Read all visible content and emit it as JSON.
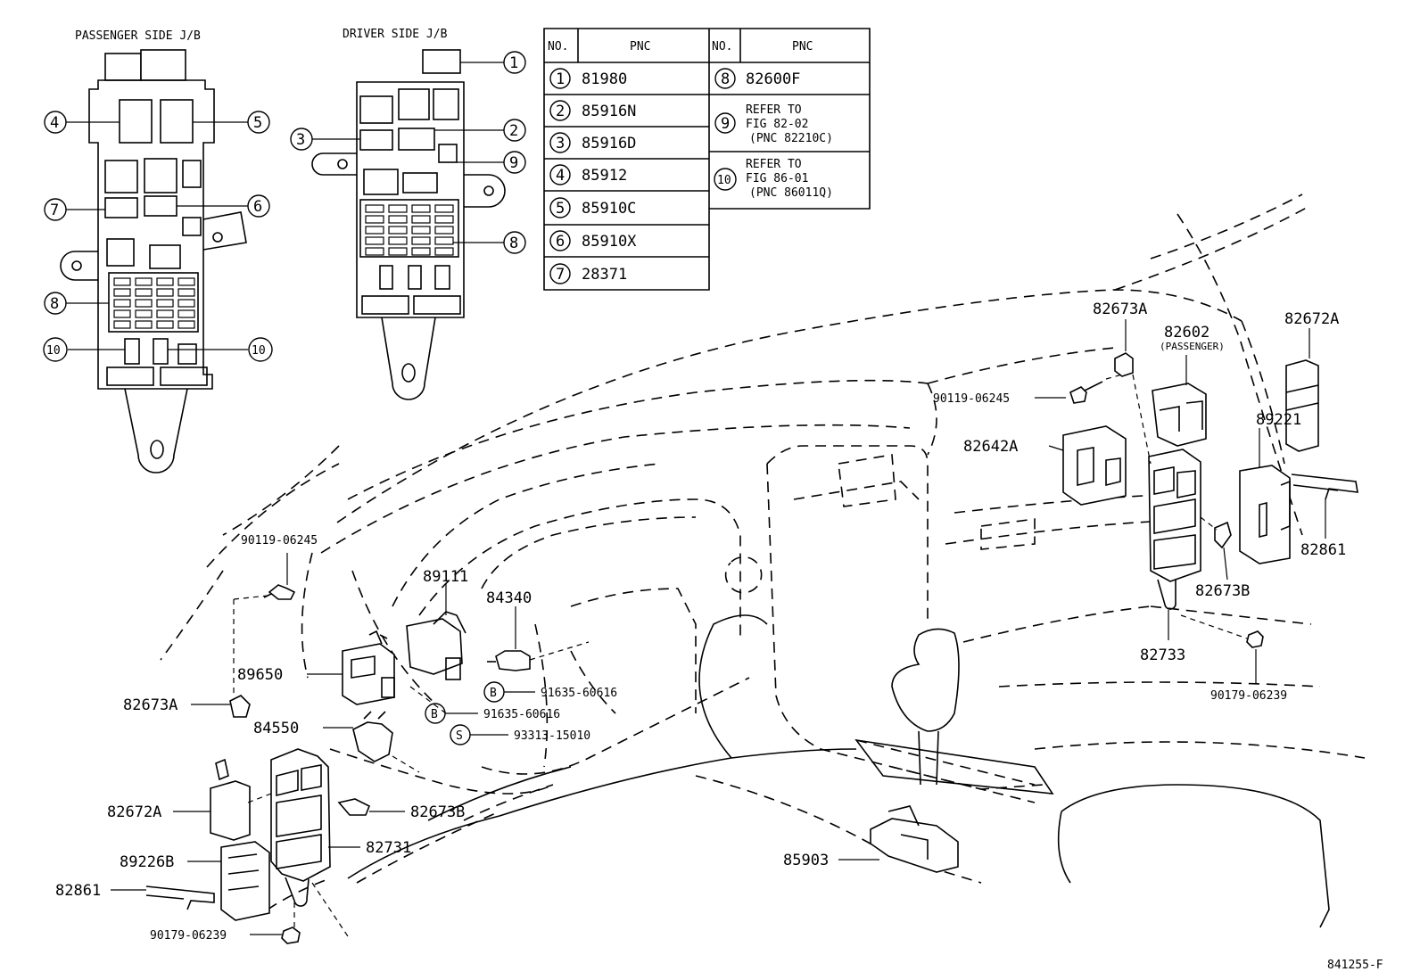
{
  "diagram": {
    "titles": {
      "passenger_jb": "PASSENGER SIDE J/B",
      "driver_jb": "DRIVER SIDE J/B"
    },
    "table": {
      "headers": [
        "NO.",
        "PNC",
        "NO.",
        "PNC"
      ],
      "left_rows": [
        {
          "no": "1",
          "pnc": "81980"
        },
        {
          "no": "2",
          "pnc": "85916N"
        },
        {
          "no": "3",
          "pnc": "85916D"
        },
        {
          "no": "4",
          "pnc": "85912"
        },
        {
          "no": "5",
          "pnc": "85910C"
        },
        {
          "no": "6",
          "pnc": "85910X"
        },
        {
          "no": "7",
          "pnc": "28371"
        }
      ],
      "right_rows": [
        {
          "no": "8",
          "lines": [
            "82600F"
          ]
        },
        {
          "no": "9",
          "lines": [
            "REFER TO",
            "FIG 82-02",
            "(PNC 82210C)"
          ]
        },
        {
          "no": "10",
          "lines": [
            "REFER TO",
            "FIG 86-01",
            "(PNC 86011Q)"
          ]
        }
      ]
    },
    "callouts": {
      "passenger": [
        "4",
        "5",
        "7",
        "6",
        "8",
        "10",
        "10"
      ],
      "driver": [
        "1",
        "3",
        "2",
        "9",
        "8"
      ]
    },
    "part_labels": {
      "p82673A_top": "82673A",
      "p82602": "82602",
      "passenger_note": "(PASSENGER)",
      "p82672A_right": "82672A",
      "p90119_top": "90119-06245",
      "p82642A": "82642A",
      "p89221": "89221",
      "p82861_right": "82861",
      "p82673B_right": "82673B",
      "p82733": "82733",
      "p90179_right": "90179-06239",
      "p90119_left": "90119-06245",
      "p89111": "89111",
      "p84340": "84340",
      "p89650": "89650",
      "p82673A_left": "82673A",
      "p91635_a": "91635-60616",
      "p91635_b": "91635-60616",
      "p84550": "84550",
      "p93313": "93313-15010",
      "p82672A_left": "82672A",
      "p82673B_left": "82673B",
      "p82731": "82731",
      "p89226B": "89226B",
      "p82861_left": "82861",
      "p90179_left": "90179-06239",
      "p85903": "85903",
      "marker_B1": "B",
      "marker_B2": "B",
      "marker_S": "S"
    },
    "figure_code": "841255-F"
  }
}
